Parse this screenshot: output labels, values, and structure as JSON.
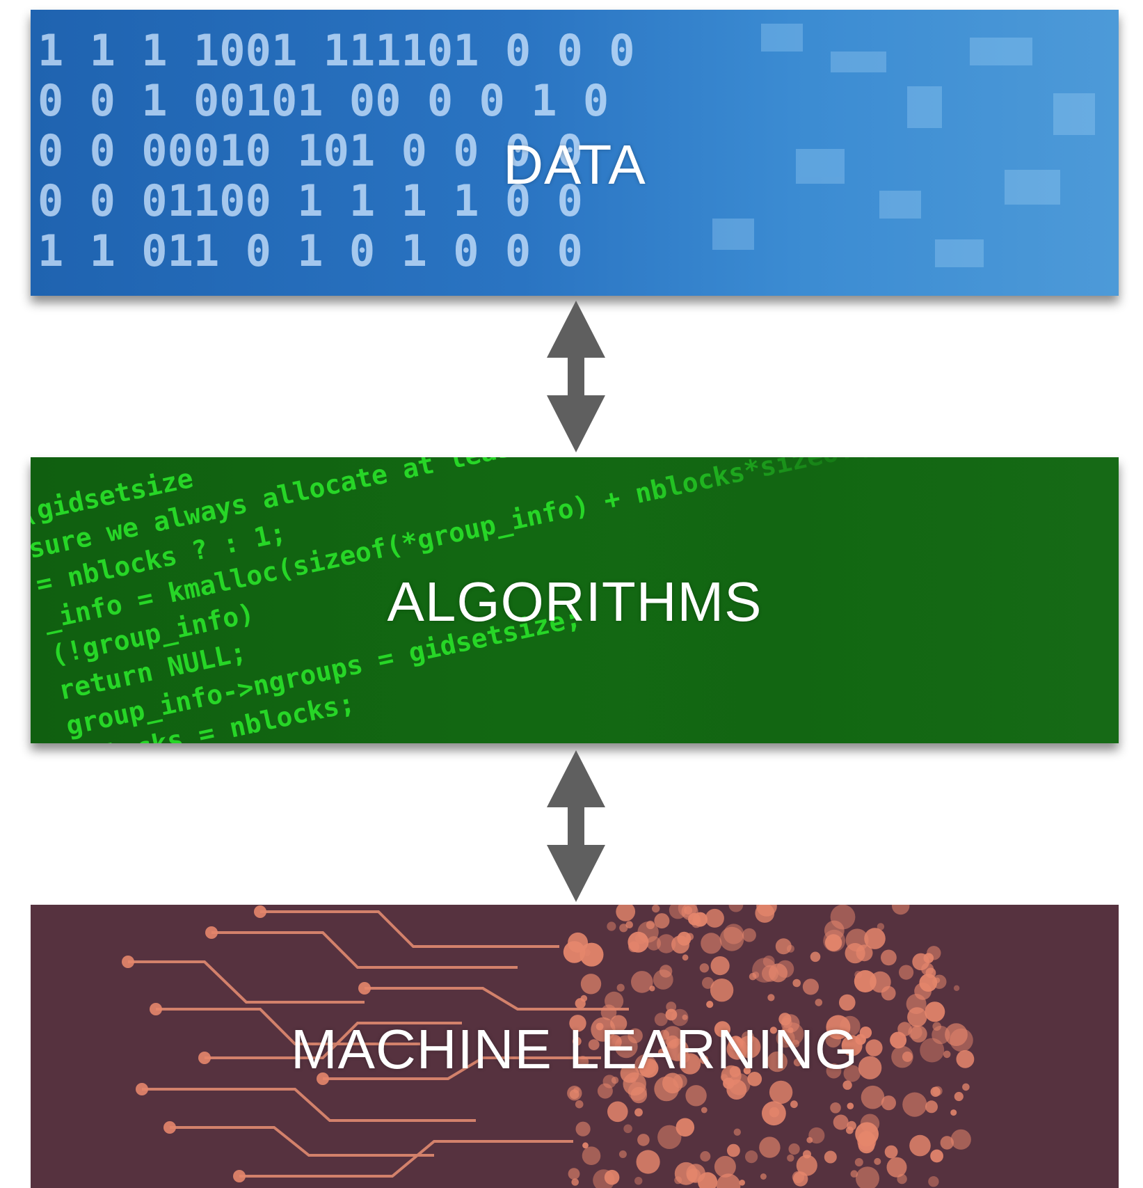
{
  "layers": {
    "data": {
      "label": "DATA",
      "color": "#2a74c2"
    },
    "algorithms": {
      "label": "ALGORITHMS",
      "color": "#126812"
    },
    "machine_learning": {
      "label": "MACHINE LEARNING",
      "color": "#56323f"
    }
  },
  "connectors": {
    "icon": "double-arrow-icon",
    "color": "#5f5f5f"
  },
  "decor": {
    "binary_rows": [
      "1 1 1 1001 111101 0 0 0",
      "0 0 1 00101 00 0 0 1 0",
      "0 0 00010 101 0 0 0 0",
      "0 0 01100 1 1 1 1 0 0",
      "1 1 011 0 1 0 1 0 0 0"
    ],
    "code_lines": [
      "(gidsetsize",
      "sure we always allocate at least",
      "= nblocks ? : 1;",
      "_info = kmalloc(sizeof(*group_info) + nblocks*sizeof(gid_t *), GFP_USER);",
      "(!group_info)",
      "  return NULL;",
      "group_info->ngroups = gidsetsize;",
      "  nblocks = nblocks;"
    ]
  }
}
